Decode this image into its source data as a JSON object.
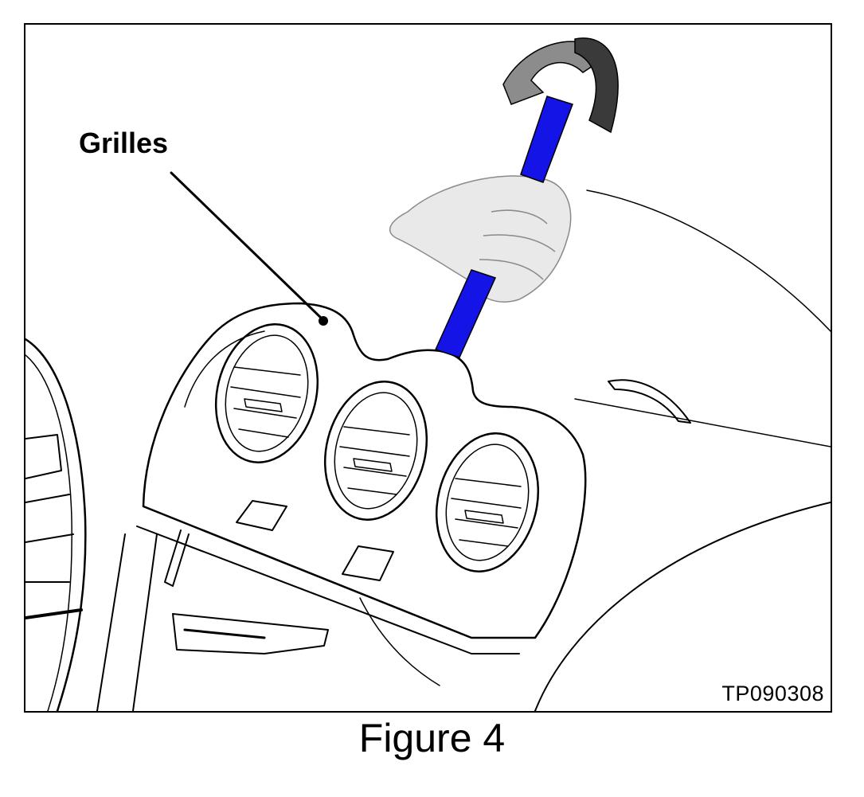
{
  "figure": {
    "callout_label": "Grilles",
    "figure_code": "TP090308",
    "caption": "Figure 4"
  },
  "colors": {
    "tool": "#1414e6",
    "arrow_light": "#8c8c8c",
    "arrow_dark": "#3a3a3a",
    "line": "#000000"
  },
  "icons": {
    "rotation_arrow": "curved-rotate-arrow-icon",
    "hand": "hand-icon",
    "tool": "trim-tool-icon"
  }
}
